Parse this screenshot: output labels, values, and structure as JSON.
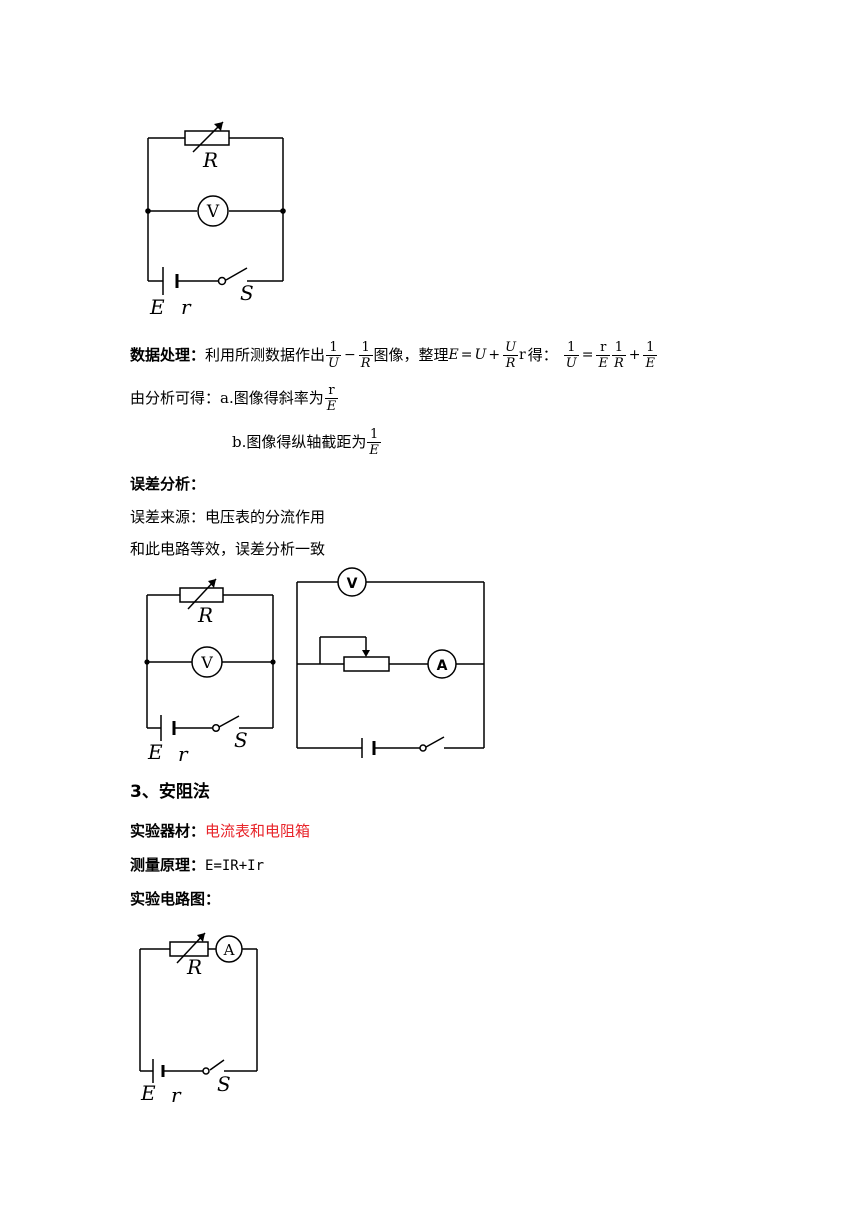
{
  "circuit1": {
    "R": "R",
    "V": "V",
    "E": "E",
    "r": "r",
    "S": "S"
  },
  "data_processing": {
    "heading": "数据处理：",
    "text1": "利用所测数据作出",
    "one": "1",
    "U": "U",
    "R": "R",
    "minus": "−",
    "text2": "图像，整理",
    "eq_E": "E",
    "eq_equals": "=",
    "eq_U": "U",
    "eq_plus": "+",
    "frac_num": "U",
    "frac_den": "R",
    "eq_r": "r",
    "text3": "得：",
    "r_small": "r",
    "E_small": "E",
    "plus": "+"
  },
  "analysis": {
    "lead": "由分析可得：",
    "a_text": "a.图像得斜率为",
    "a_num": "r",
    "a_den": "E",
    "b_text": "b.图像得纵轴截距为",
    "b_num": "1",
    "b_den": "E"
  },
  "error": {
    "heading": "误差分析：",
    "line1": "误差来源：电压表的分流作用",
    "line2": "和此电路等效，误差分析一致"
  },
  "circuit2": {
    "R": "R",
    "V": "V",
    "E": "E",
    "r": "r",
    "S": "S"
  },
  "circuit3": {
    "V": "V",
    "A": "A"
  },
  "section3": {
    "title": "3、安阻法",
    "equip_label": "实验器材：",
    "equip_value": "电流表和电阻箱",
    "principle_label": "测量原理：",
    "principle_value": "E=IR+Ir",
    "diagram_label": "实验电路图："
  },
  "circuit4": {
    "R": "R",
    "A": "A",
    "E": "E",
    "r": "r",
    "S": "S"
  },
  "colors": {
    "highlight": "#e8242a",
    "text": "#000000"
  }
}
